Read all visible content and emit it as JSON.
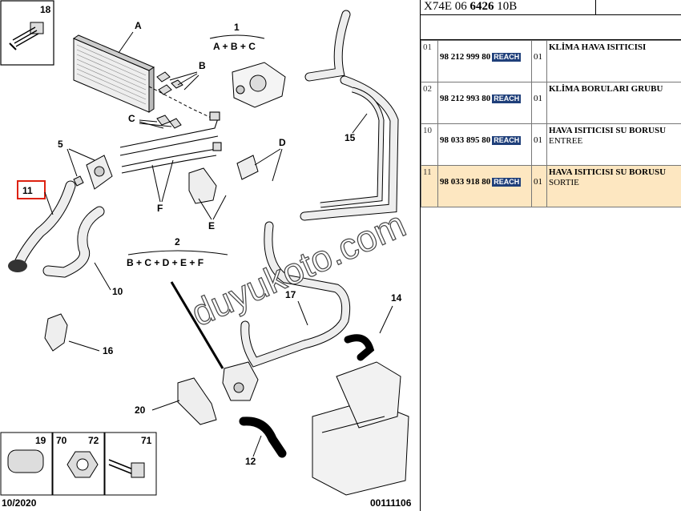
{
  "header": {
    "ref_prefix": "X74E 06",
    "ref_bold": "6426",
    "ref_suffix": "10B"
  },
  "parts": [
    {
      "no": "01",
      "part_number": "98 212 999 80",
      "reach": "REACH",
      "qty": "01",
      "title": "KLİMA HAVA ISITICISI",
      "subtitle": ""
    },
    {
      "no": "02",
      "part_number": "98 212 993 80",
      "reach": "REACH",
      "qty": "01",
      "title": "KLİMA BORULARI GRUBU",
      "subtitle": ""
    },
    {
      "no": "10",
      "part_number": "98 033 895 80",
      "reach": "REACH",
      "qty": "01",
      "title": "HAVA ISITICISI SU BORUSU",
      "subtitle": "ENTREE"
    },
    {
      "no": "11",
      "part_number": "98 033 918 80",
      "reach": "REACH",
      "qty": "01",
      "title": "HAVA ISITICISI SU BORUSU",
      "subtitle": "SORTIE"
    }
  ],
  "diagram": {
    "labels": {
      "n1": "1",
      "n1_formula": "A + B + C",
      "n2": "2",
      "n2_formula": "B + C + D + E + F",
      "A": "A",
      "B": "B",
      "C": "C",
      "D": "D",
      "E": "E",
      "F": "F",
      "n5": "5",
      "n10": "10",
      "n11": "11",
      "n12": "12",
      "n14": "14",
      "n15": "15",
      "n16": "16",
      "n17": "17",
      "n18": "18",
      "n19": "19",
      "n20": "20",
      "n70": "70",
      "n71": "71",
      "n72": "72"
    },
    "date": "10/2020",
    "code": "00111106",
    "watermark": "duyukoto.com"
  }
}
